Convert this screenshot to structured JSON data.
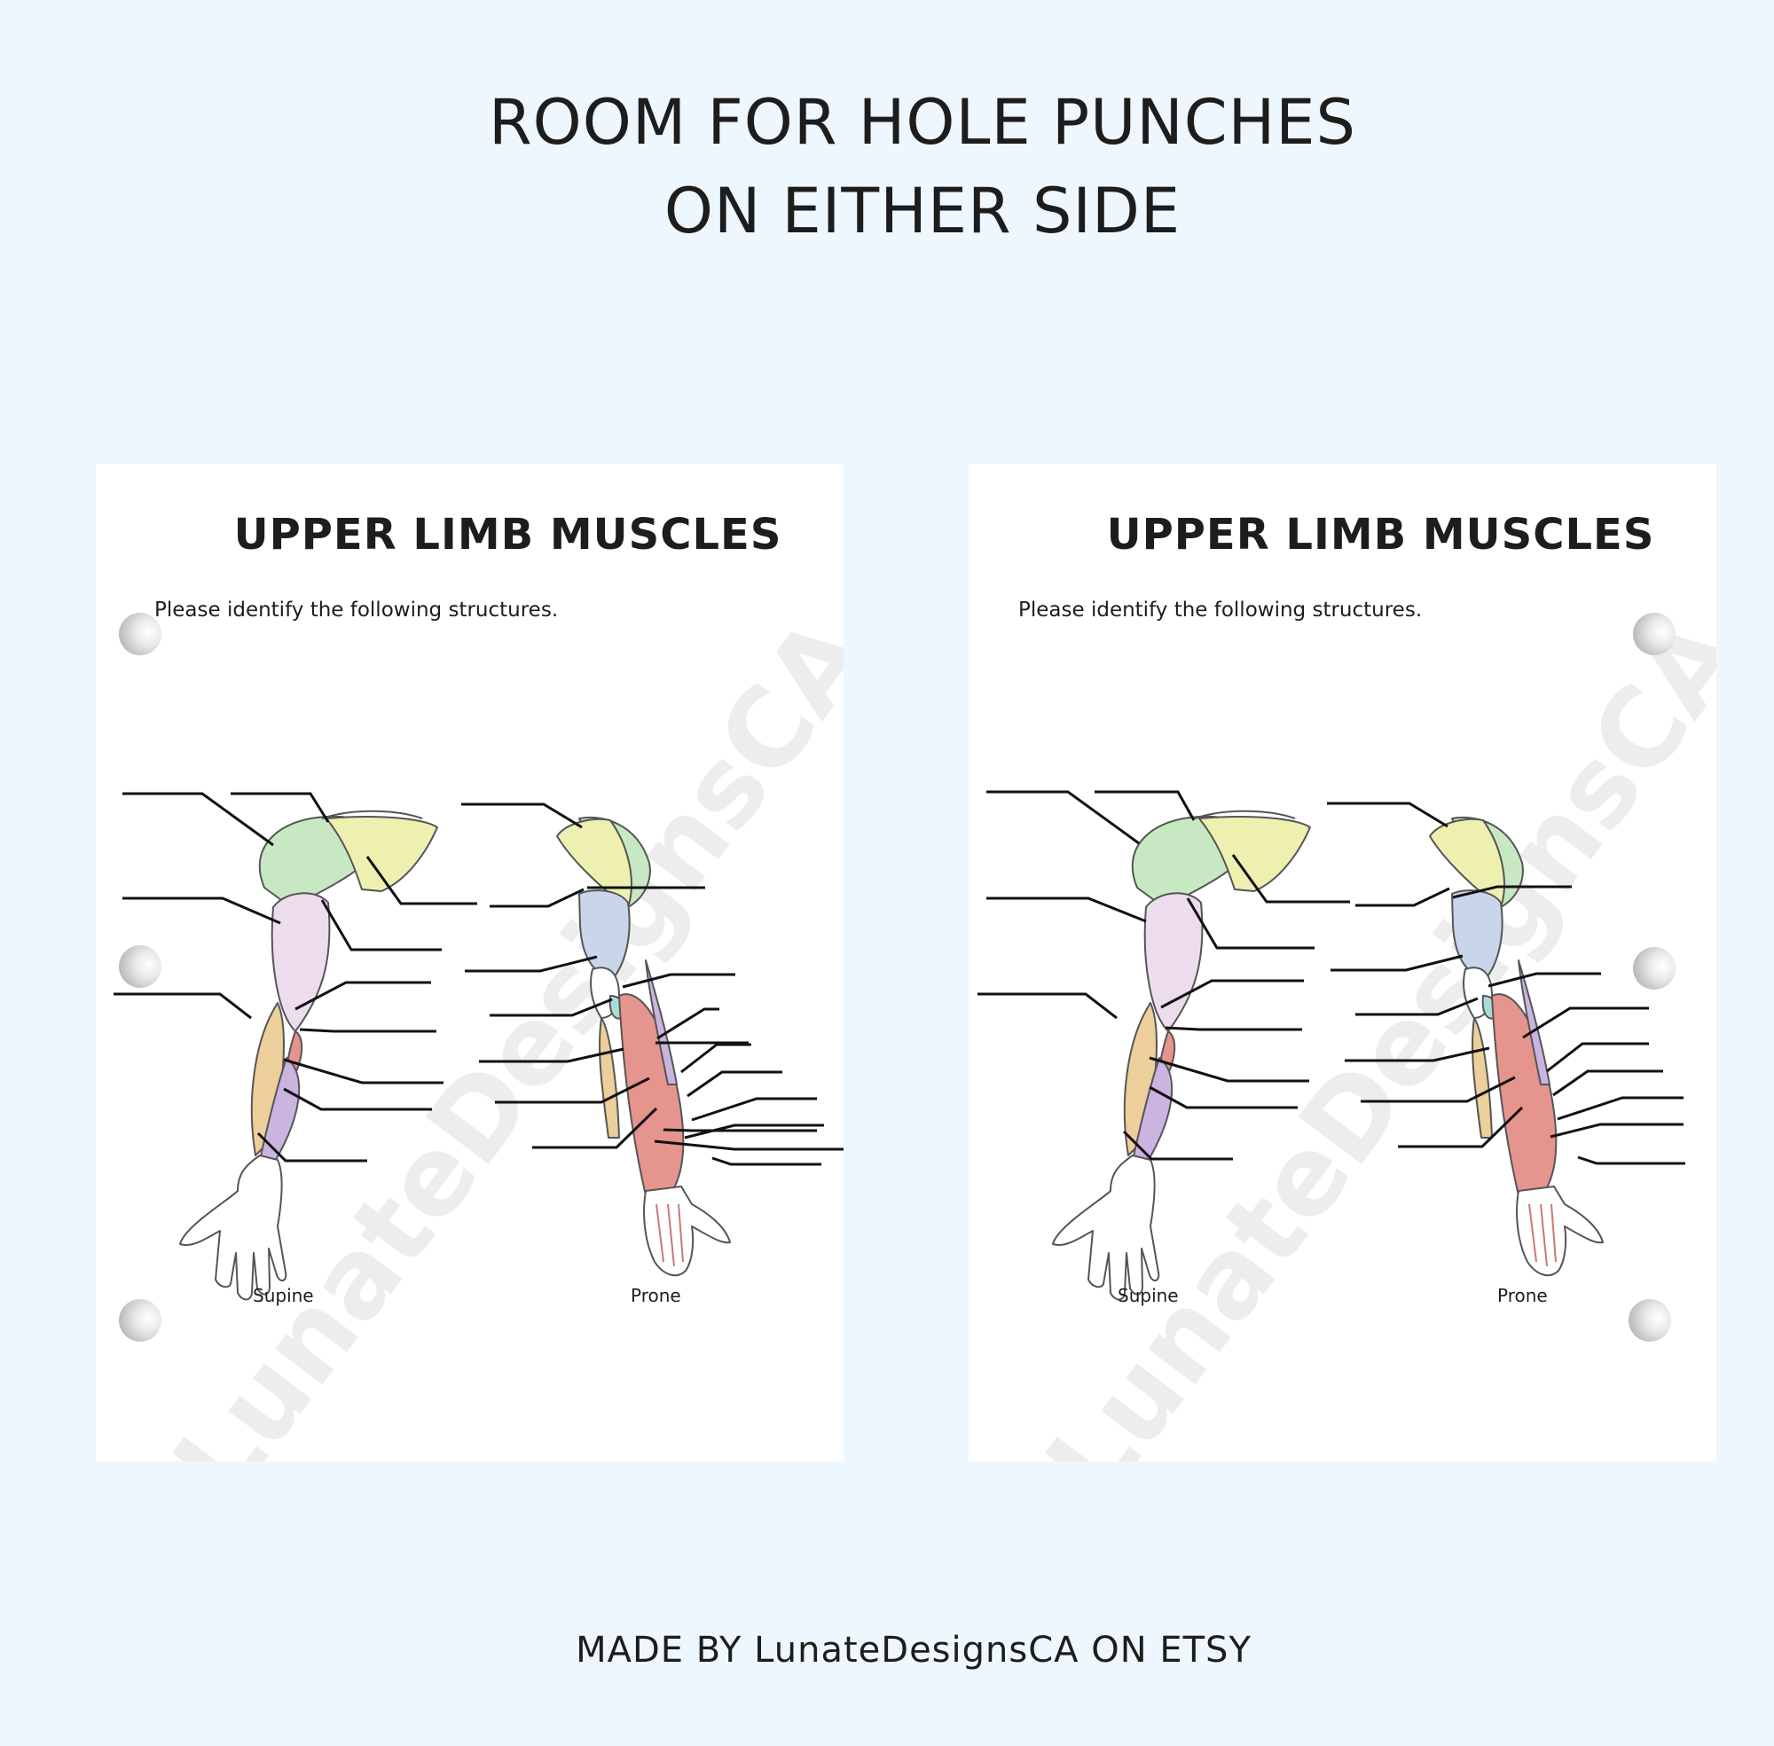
{
  "headline": {
    "line1": "ROOM FOR HOLE PUNCHES",
    "line2": "ON EITHER SIDE"
  },
  "sheet": {
    "title": "UPPER LIMB MUSCLES",
    "instruction": "Please identify the following structures.",
    "views": {
      "supine": "Supine",
      "prone": "Prone"
    },
    "watermark": "LunateDesignsCA"
  },
  "footer": "MADE BY LunateDesignsCA ON ETSY",
  "icons": {
    "hole_punch": "hole-punch-circle",
    "arm_supine": "arm-anatomy-supine",
    "arm_prone": "arm-anatomy-prone"
  },
  "colors": {
    "background": "#eef7fd",
    "sheet": "#ffffff",
    "deltoid_green": "#c8e8c4",
    "shoulder_yellow": "#eef0b0",
    "biceps_pink": "#ecdcee",
    "forearm_tan": "#eccf9a",
    "forearm_red": "#e6948e",
    "forearm_purple": "#cbb4e0",
    "triceps_blue": "#c9d6ea",
    "teal": "#a9dcd8"
  }
}
